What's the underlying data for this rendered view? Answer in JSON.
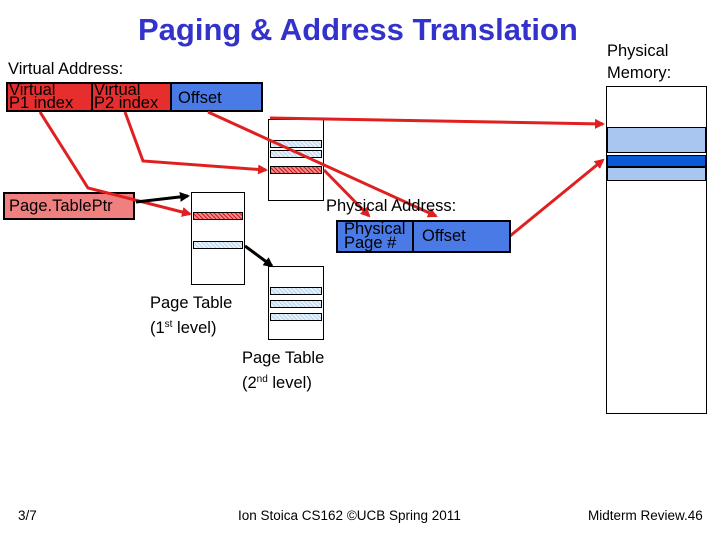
{
  "title": "Paging & Address Translation",
  "physical_memory": {
    "label_line1": "Physical",
    "label_line2": "Memory:"
  },
  "virtual_address": {
    "label": "Virtual Address:",
    "p1_line1": "Virtual",
    "p1_line2": "P1 index",
    "p2_line1": "Virtual",
    "p2_line2": "P2 index",
    "offset": "Offset"
  },
  "page_table_ptr": "Page.TablePtr",
  "physical_address": {
    "label": "Physical Address:",
    "page_line1": "Physical",
    "page_line2": "Page #",
    "offset": "Offset"
  },
  "page_table_1": {
    "line1": "Page Table",
    "line2_pre": "(1",
    "sup": "st",
    "line2_post": " level)"
  },
  "page_table_2": {
    "line1": "Page Table",
    "line2_pre": "(2",
    "sup": "nd",
    "line2_post": " level)"
  },
  "footer": {
    "left": "3/7",
    "center": "Ion Stoica CS162 ©UCB Spring 2011",
    "right": "Midterm Review.46"
  },
  "colors": {
    "title": "#3333cc",
    "index_field": "#e62e2e",
    "offset_field": "#4a7ae6",
    "ptr_box": "#f08080",
    "arrow_red": "#e02020",
    "arrow_black": "#000000"
  }
}
